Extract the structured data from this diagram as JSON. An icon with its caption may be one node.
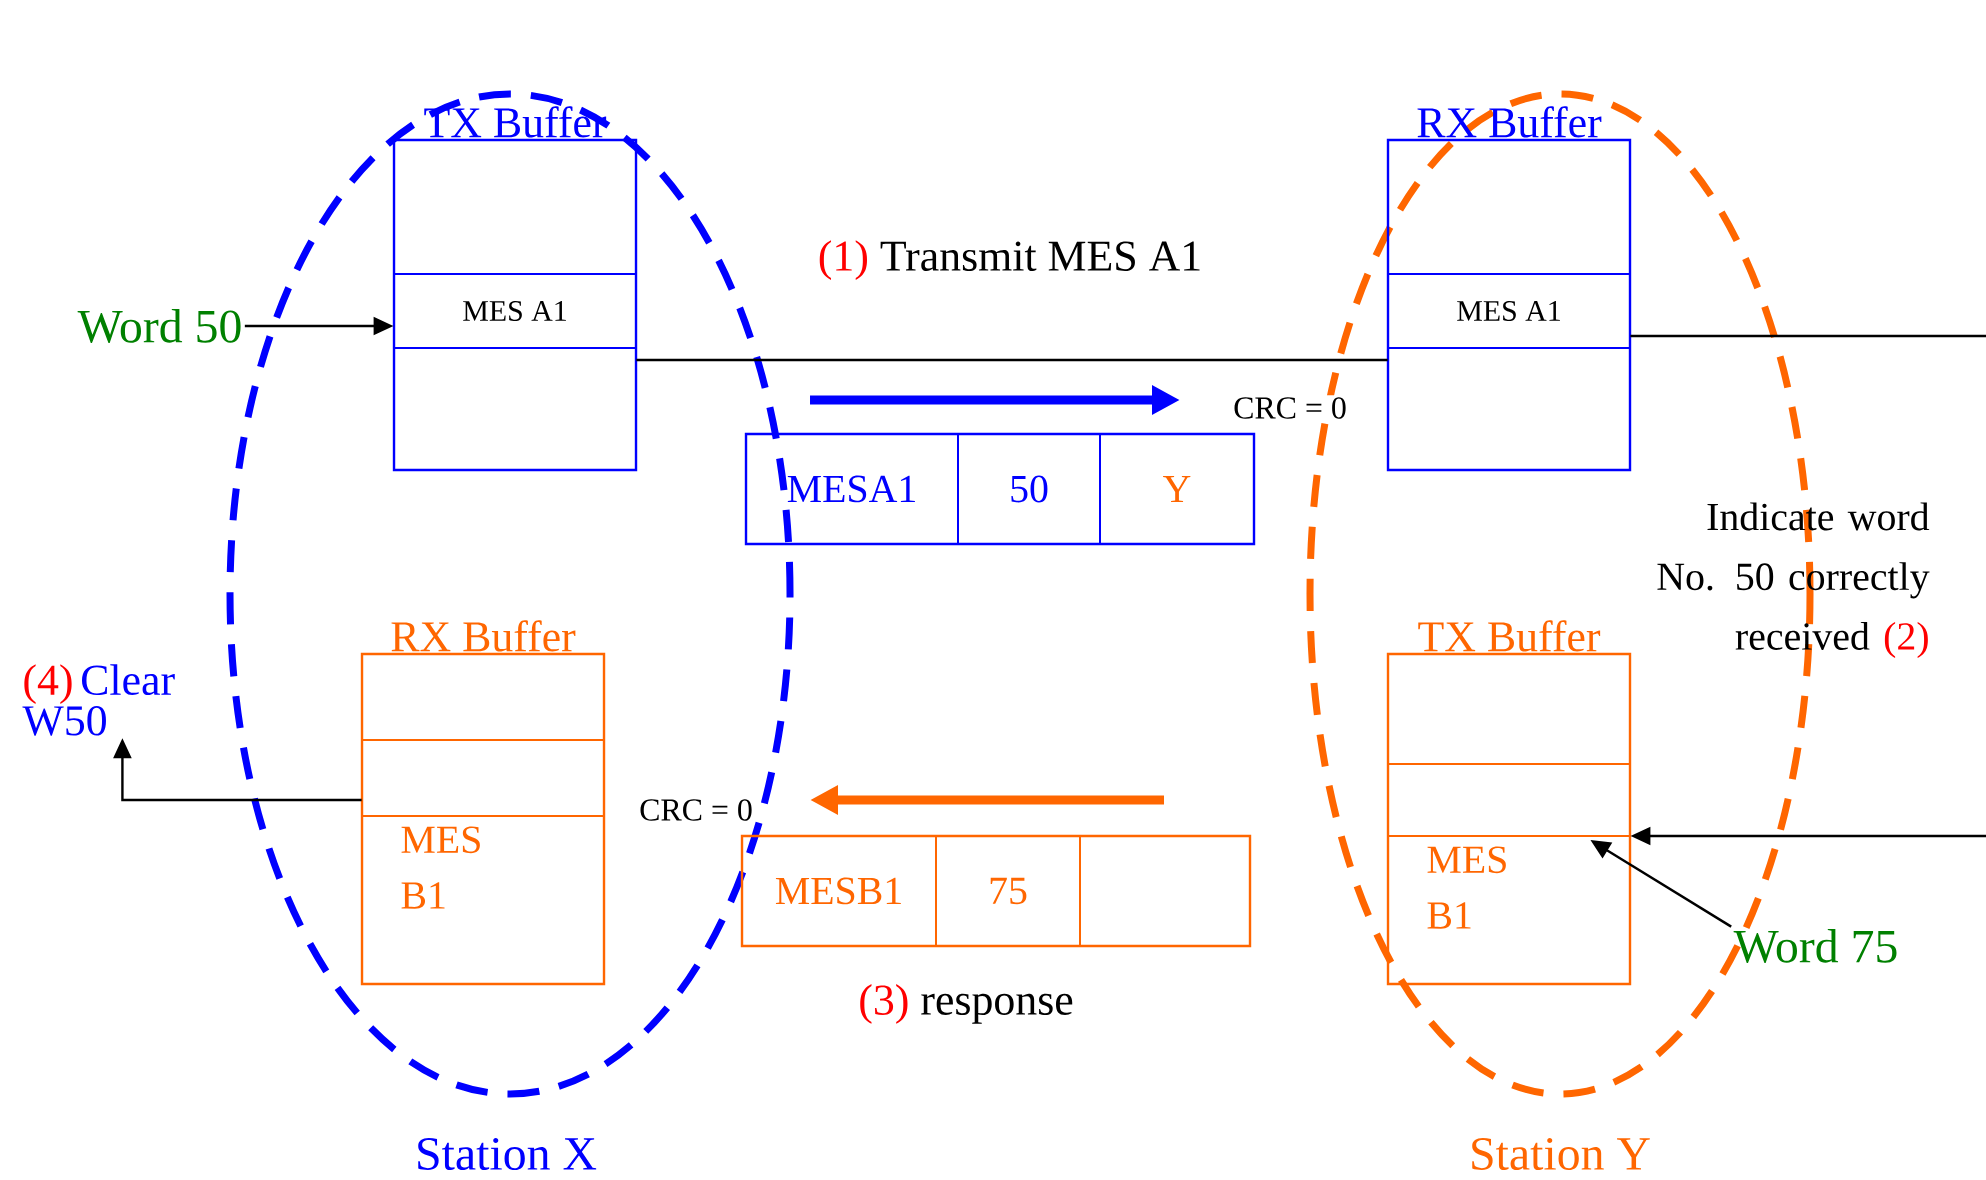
{
  "diagram": {
    "nodes": [
      {
        "text": [
          "Station X"
        ]
      },
      {
        "text": [
          "Station Y"
        ]
      },
      {
        "text": [
          "TX Buffer",
          "MES A1"
        ],
        "in": 0
      },
      {
        "text": [
          "RX Buffer",
          "MES A1"
        ],
        "in": 1
      },
      {
        "text": [
          "RX Buffer",
          "MES B1"
        ],
        "in": 0
      },
      {
        "text": [
          "TX Buffer",
          "MES B1"
        ],
        "in": 1
      },
      {
        "text": [
          "MESA1",
          "50",
          "Y"
        ]
      },
      {
        "text": [
          "MESB1",
          "75"
        ],
        "beside": [
          "(3)",
          "response"
        ]
      },
      {
        "text": [
          "Word 50"
        ]
      },
      {
        "text": [
          "Word 75"
        ]
      },
      {
        "text": [
          "(4)",
          "Clear W50"
        ]
      }
    ],
    "edges": [
      {
        "from": 8,
        "to": 2,
        "arrow": "to"
      },
      {
        "from": 2,
        "to": 3,
        "arrow": "none"
      },
      {
        "from": 3,
        "to": null,
        "arrow": "none"
      },
      {
        "from": null,
        "to": 5,
        "arrow": "to"
      },
      {
        "from": 9,
        "to": 5,
        "arrow": "to"
      },
      {
        "from": 4,
        "to": 10,
        "arrow": "to"
      }
    ],
    "labels": [
      "(1)",
      "Transmit MES A1",
      "CRC = 0",
      "Indicate word No. 50 correctly received",
      "(2)",
      "CRC = 0"
    ]
  }
}
